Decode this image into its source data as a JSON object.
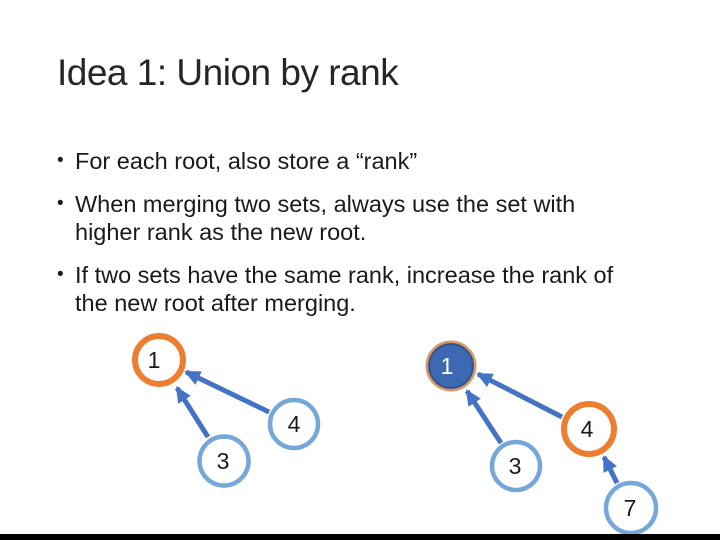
{
  "colors": {
    "ring_orange": "#ED7D31",
    "ring_blue": "#75A8D9",
    "edge_blue": "#4472C4",
    "root_fill_blue": "#3D68B2",
    "root_ring_soft_orange": "#D89B63",
    "root_inner_ring": "#2E4E86",
    "text_dark": "#1A1A1A",
    "bottom_bar": "#000000"
  },
  "slide": {
    "title": "Idea 1: Union by rank",
    "bullet_marker": "•",
    "bullets": [
      {
        "lines": [
          "For each root, also store a “rank”"
        ]
      },
      {
        "lines": [
          "When merging two sets, always use the set with",
          "higher rank as the new root."
        ]
      },
      {
        "lines": [
          "If two sets have the same rank, increase the rank of",
          "the new root after merging."
        ]
      }
    ]
  },
  "diagram": {
    "left_tree": {
      "nodes": [
        {
          "label": "1",
          "style": "orange-ring"
        },
        {
          "label": "4",
          "style": "blue-ring"
        },
        {
          "label": "3",
          "style": "blue-ring"
        }
      ],
      "edges": [
        {
          "from": "4",
          "to": "1"
        },
        {
          "from": "3",
          "to": "1"
        }
      ]
    },
    "right_tree": {
      "nodes": [
        {
          "label": "1",
          "style": "blue-filled-orange-ring"
        },
        {
          "label": "4",
          "style": "orange-ring"
        },
        {
          "label": "3",
          "style": "blue-ring"
        },
        {
          "label": "7",
          "style": "blue-ring"
        }
      ],
      "edges": [
        {
          "from": "4",
          "to": "1"
        },
        {
          "from": "3",
          "to": "1"
        },
        {
          "from": "7",
          "to": "4"
        }
      ]
    }
  }
}
